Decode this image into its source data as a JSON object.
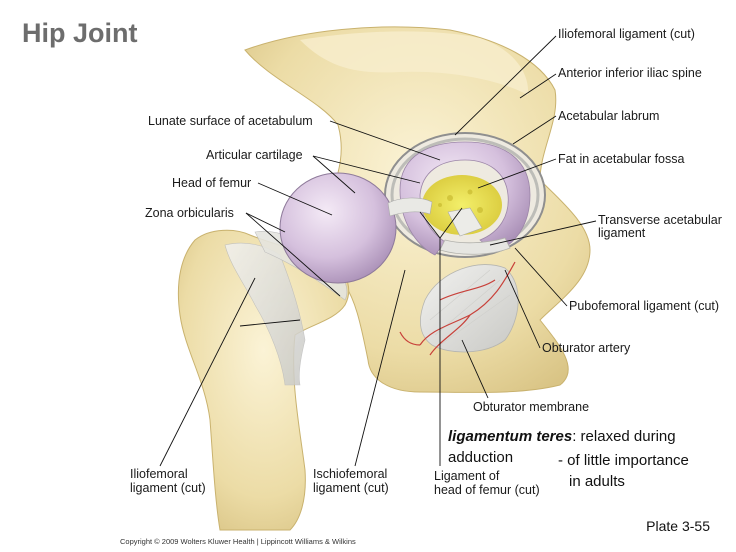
{
  "title": "Hip Joint",
  "labels": {
    "iliofemoral_top": "Iliofemoral ligament (cut)",
    "anterior_inferior_iliac_spine": "Anterior inferior iliac spine",
    "acetabular_labrum": "Acetabular labrum",
    "fat_in_acetabular_fossa": "Fat in acetabular fossa",
    "transverse_acetabular_1": "Transverse acetabular",
    "transverse_acetabular_2": "ligament",
    "pubofemoral": "Pubofemoral ligament (cut)",
    "obturator_artery": "Obturator artery",
    "obturator_membrane": "Obturator membrane",
    "lunate_surface": "Lunate surface of acetabulum",
    "articular_cartilage": "Articular cartilage",
    "head_of_femur": "Head of femur",
    "zona_orbicularis": "Zona orbicularis",
    "iliofemoral_bottom_1": "Iliofemoral",
    "iliofemoral_bottom_2": "ligament (cut)",
    "ischiofemoral_1": "Ischiofemoral",
    "ischiofemoral_2": "ligament (cut)",
    "lig_head_femur_1": "Ligament of",
    "lig_head_femur_2": "head of femur (cut)"
  },
  "notes": {
    "term": "ligamentum teres",
    "desc1": ": relaxed during",
    "desc2": "adduction",
    "desc3": "- of little importance",
    "desc4": "in adults"
  },
  "plate": "Plate 3-55",
  "copyright": "Copyright © 2009 Wolters Kluwer Health | Lippincott Williams & Wilkins"
}
